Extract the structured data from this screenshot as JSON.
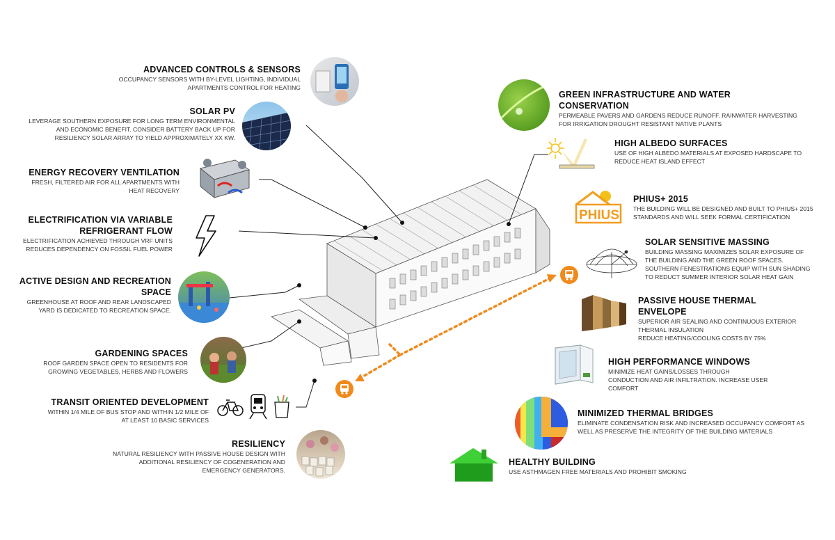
{
  "left_items": [
    {
      "title": "ADVANCED CONTROLS & SENSORS",
      "desc": "OCCUPANCY SENSORS WITH BY-LEVEL LIGHTING, INDIVIDUAL APARTMENTS CONTROL FOR HEATING"
    },
    {
      "title": "SOLAR PV",
      "desc": "LEVERAGE SOUTHERN EXPOSURE FOR LONG TERM ENVIRONMENTAL AND ECONOMIC BENEFIT.  CONSIDER BATTERY BACK UP FOR RESILIENCY SOLAR ARRAY TO YIELD APPROXIMATELY XX KW."
    },
    {
      "title": "ENERGY RECOVERY VENTILATION",
      "desc": "FRESH, FILTERED AIR FOR ALL APARTMENTS WITH HEAT RECOVERY"
    },
    {
      "title": "ELECTRIFICATION VIA VARIABLE REFRIGERANT FLOW",
      "desc": "ELECTRIFICATION ACHIEVED THROUGH VRF UNITS REDUCES DEPENDENCY ON FOSSIL FUEL POWER"
    },
    {
      "title": "ACTIVE DESIGN AND RECREATION SPACE",
      "desc": "GREENHOUSE AT ROOF AND REAR LANDSCAPED YARD IS DEDICATED TO RECREATION SPACE."
    },
    {
      "title": "GARDENING SPACES",
      "desc": "ROOF GARDEN SPACE OPEN TO RESIDENTS FOR GROWING VEGETABLES, HERBS AND FLOWERS"
    },
    {
      "title": "TRANSIT ORIENTED DEVELOPMENT",
      "desc": "WITHIN 1/4 MILE OF BUS STOP AND WITHIN 1/2 MILE OF AT LEAST 10 BASIC SERVICES"
    },
    {
      "title": "RESILIENCY",
      "desc": "NATURAL RESILIENCY WITH PASSIVE HOUSE DESIGN WITH ADDITIONAL RESILIENCY OF COGENERATION AND EMERGENCY GENERATORS."
    }
  ],
  "right_items": [
    {
      "title": "GREEN INFRASTRUCTURE AND WATER CONSERVATION",
      "desc": "PERMEABLE PAVERS AND GARDENS REDUCE RUNOFF. RAINWATER HARVESTING FOR IRRIGATION DROUGHT RESISTANT NATIVE PLANTS"
    },
    {
      "title": "HIGH ALBEDO SURFACES",
      "desc": "USE OF HIGH ALBEDO MATERIALS AT EXPOSED HARDSCAPE TO REDUCE HEAT ISLAND EFFECT"
    },
    {
      "title": "PHIUS+ 2015",
      "desc": "THE BUILDING WILL BE DESIGNED AND BUILT TO PHIUS+ 2015 STANDARDS AND WILL SEEK FORMAL CERTIFICATION"
    },
    {
      "title": "SOLAR SENSITIVE MASSING",
      "desc": "BUILDING MASSING MAXIMIZES SOLAR EXPOSURE OF THE BUILDING AND THE GREEN ROOF SPACES. SOUTHERN FENESTRATIONS EQUIP WITH SUN SHADING TO REDUCT SUMMER INTERIOR SOLAR HEAT GAIN"
    },
    {
      "title": "PASSIVE HOUSE THERMAL ENVELOPE",
      "desc": "SUPERIOR AIR SEALING AND CONTINUOUS EXTERIOR THERMAL INSULATION",
      "desc_bold": "REDUCE HEATING/COOLING COSTS BY 75%"
    },
    {
      "title": "HIGH PERFORMANCE WINDOWS",
      "desc": "MINIMIZE HEAT GAINS/LOSSES THROUGH CONDUCTION AND AIR INFILTRATION.  INCREASE USER COMFORT"
    },
    {
      "title": "MINIMIZED THERMAL BRIDGES",
      "desc": "ELIMINATE CONDENSATION RISK AND INCREASED OCCUPANCY COMFORT AS WELL AS PRESERVE THE INTEGRITY OF THE BUILDING MATERIALS"
    },
    {
      "title": "HEALTHY BUILDING",
      "desc": "USE ASTHMAGEN FREE MATERIALS AND PROHIBIT SMOKING"
    }
  ],
  "phius_logo_text": "PHIUS",
  "colors": {
    "accent_orange": "#f08a1c",
    "phius_orange": "#f39c1f",
    "phius_green": "#4a9a2a",
    "leaf_green": "#5aa51e",
    "house_green": "#2fb52a"
  }
}
